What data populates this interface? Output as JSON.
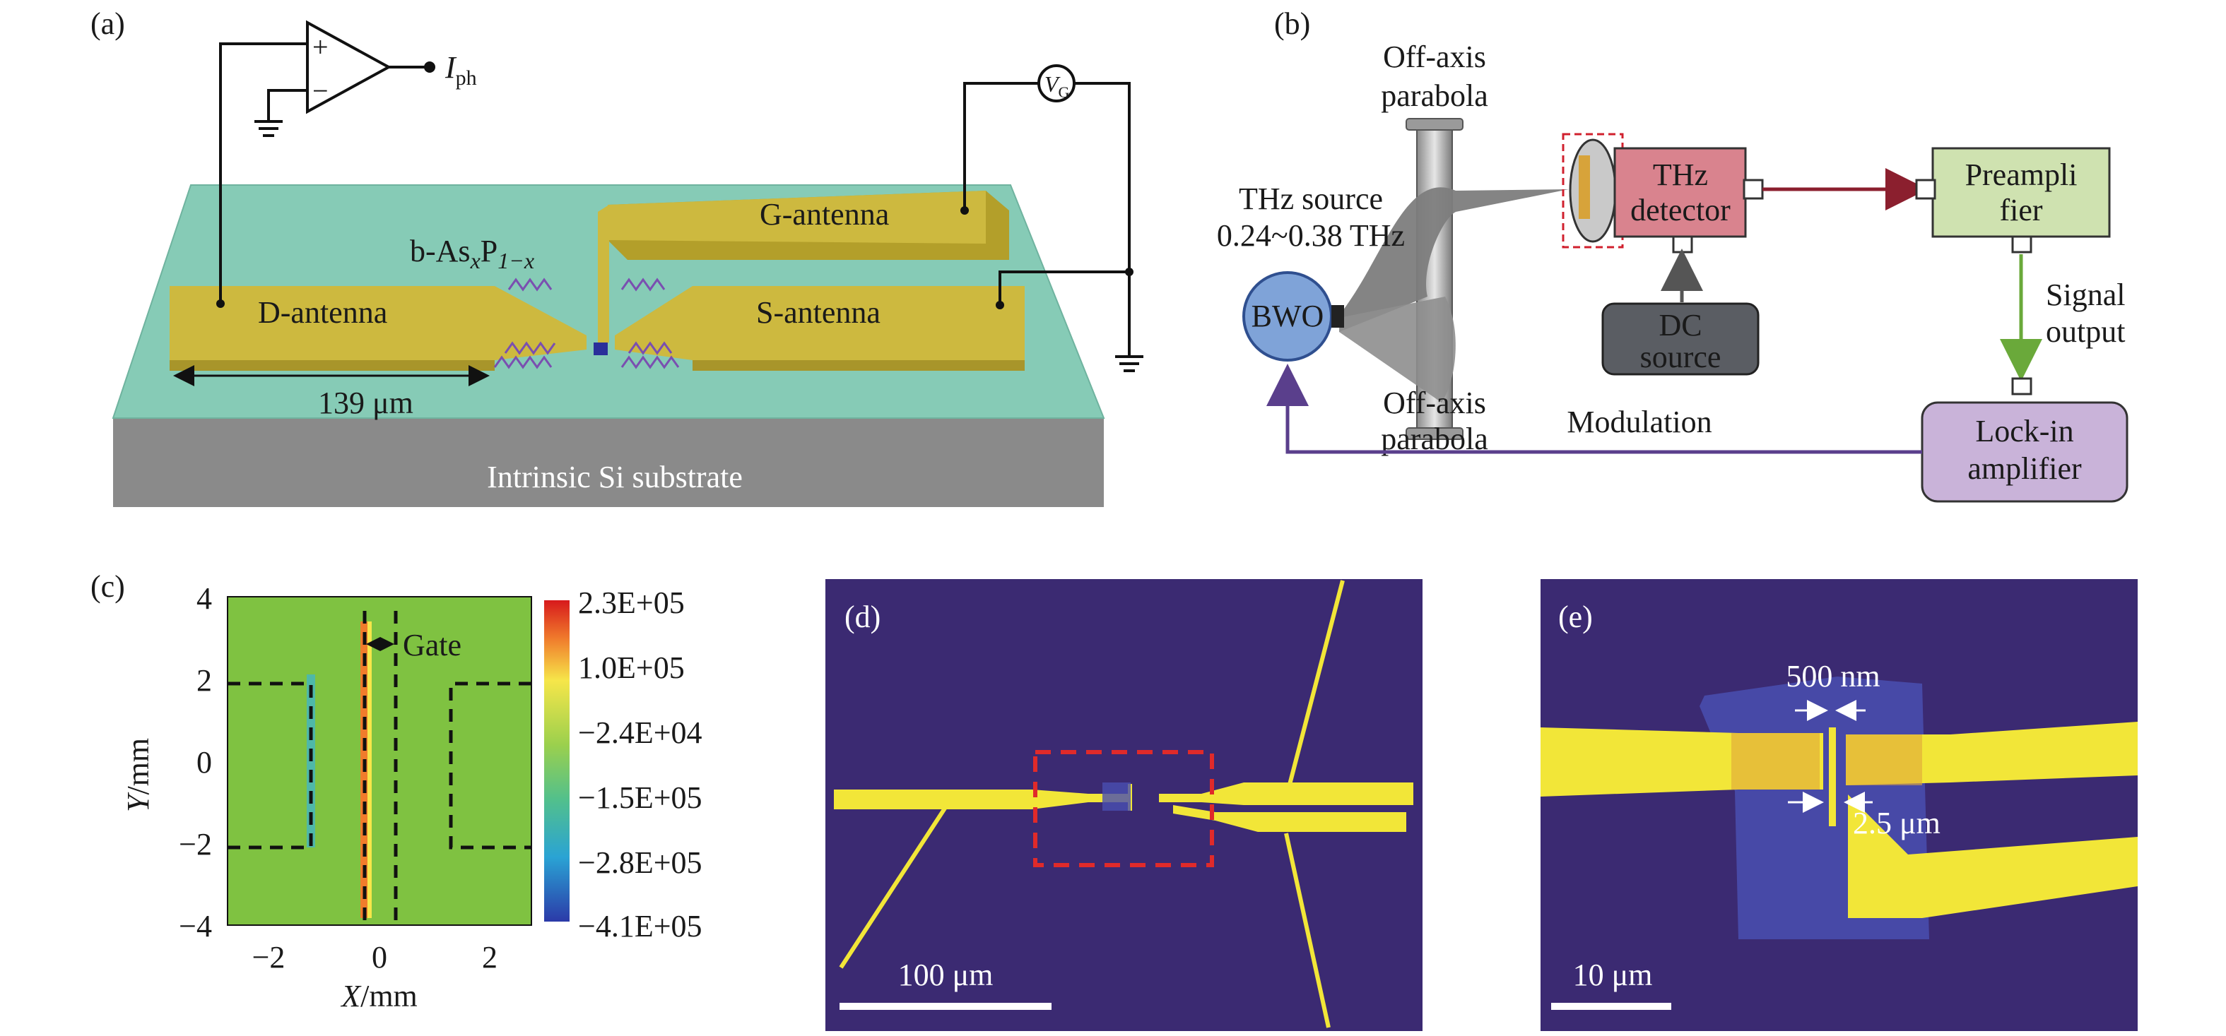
{
  "panels": {
    "a": {
      "tag": "(a)",
      "current_label": "I",
      "current_sub": "ph",
      "plus": "+",
      "minus": "−",
      "vg_main": "V",
      "vg_sub": "G",
      "g_antenna": "G-antenna",
      "d_antenna": "D-antenna",
      "s_antenna": "S-antenna",
      "material_b": "b-As",
      "material_x": "x",
      "material_p": "P",
      "material_sub": "1−x",
      "length": "139 μm",
      "substrate": "Intrinsic Si substrate"
    },
    "b": {
      "tag": "(b)",
      "parabola_top_1": "Off-axis",
      "parabola_top_2": "parabola",
      "parabola_bot_1": "Off-axis",
      "parabola_bot_2": "parabola",
      "source_1": "THz source",
      "source_2": "0.24~0.38 THz",
      "bwo": "BWO",
      "detector_1": "THz",
      "detector_2": "detector",
      "dc_1": "DC",
      "dc_2": "source",
      "preamp_1": "Preampli",
      "preamp_2": "fier",
      "signal_1": "Signal",
      "signal_2": "output",
      "lockin_1": "Lock-in",
      "lockin_2": "amplifier",
      "modulation": "Modulation"
    },
    "c": {
      "tag": "(c)",
      "gate": "Gate",
      "y_label_main": "Y",
      "y_label_unit": "/mm",
      "x_label_main": "X",
      "x_label_unit": "/mm",
      "y_ticks": [
        "4",
        "2",
        "0",
        "−2",
        "−4"
      ],
      "x_ticks": [
        "−2",
        "0",
        "2"
      ],
      "colorbar_ticks": [
        "2.3E+05",
        "1.0E+05",
        "−2.4E+04",
        "−1.5E+05",
        "−2.8E+05",
        "−4.1E+05"
      ]
    },
    "d": {
      "tag": "(d)",
      "scale": "100 μm"
    },
    "e": {
      "tag": "(e)",
      "gap": "500 nm",
      "width": "2.5 μm",
      "scale": "10 μm"
    }
  },
  "colors": {
    "gold": "#c9b43a",
    "gold_dark": "#a8952a",
    "substrate_top": "#86cbb6",
    "substrate_side": "#8a8a8a",
    "bwo": "#7fa3d8",
    "detector": "#d9838e",
    "preamp": "#cfe2b0",
    "lockin": "#c9b3d9",
    "dc": "#5a5d63",
    "sem_bg": "#3b2a72",
    "sem_gold": "#f2e638",
    "heat_bg": "#7fc241"
  }
}
